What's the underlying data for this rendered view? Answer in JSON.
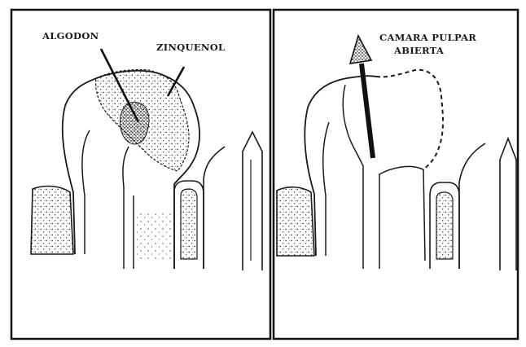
{
  "labels": {
    "cotton": "ALGODON",
    "zinc_oxide_eugenol": "ZINQUENOL",
    "pulp_chamber_line1": "CAMARA PULPAR",
    "pulp_chamber_line2": "ABIERTA"
  },
  "colors": {
    "ink": "#1a1a1a",
    "frame": "#111111",
    "paper": "#ffffff",
    "stipple": "#3a3a3a"
  }
}
